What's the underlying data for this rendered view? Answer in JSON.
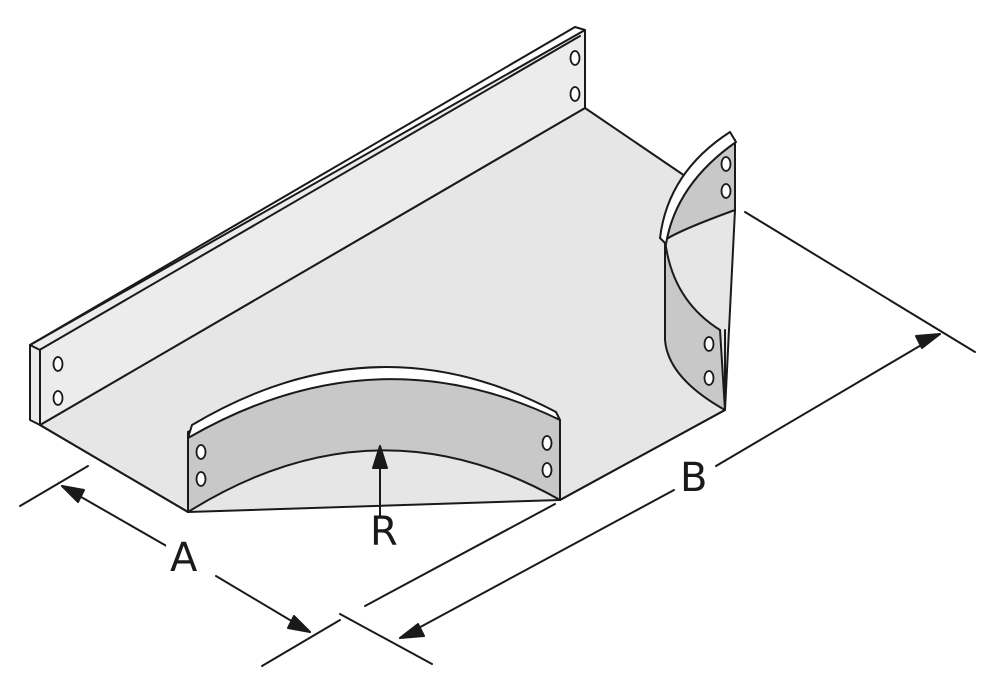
{
  "labels": {
    "a": "A",
    "b": "B",
    "r": "R"
  },
  "colors": {
    "outline": "#1a1a1a",
    "top_face": "#e6e6e6",
    "inner_wall": "#c8c8c8",
    "outer_wall": "#ececec",
    "background": "#ffffff"
  }
}
